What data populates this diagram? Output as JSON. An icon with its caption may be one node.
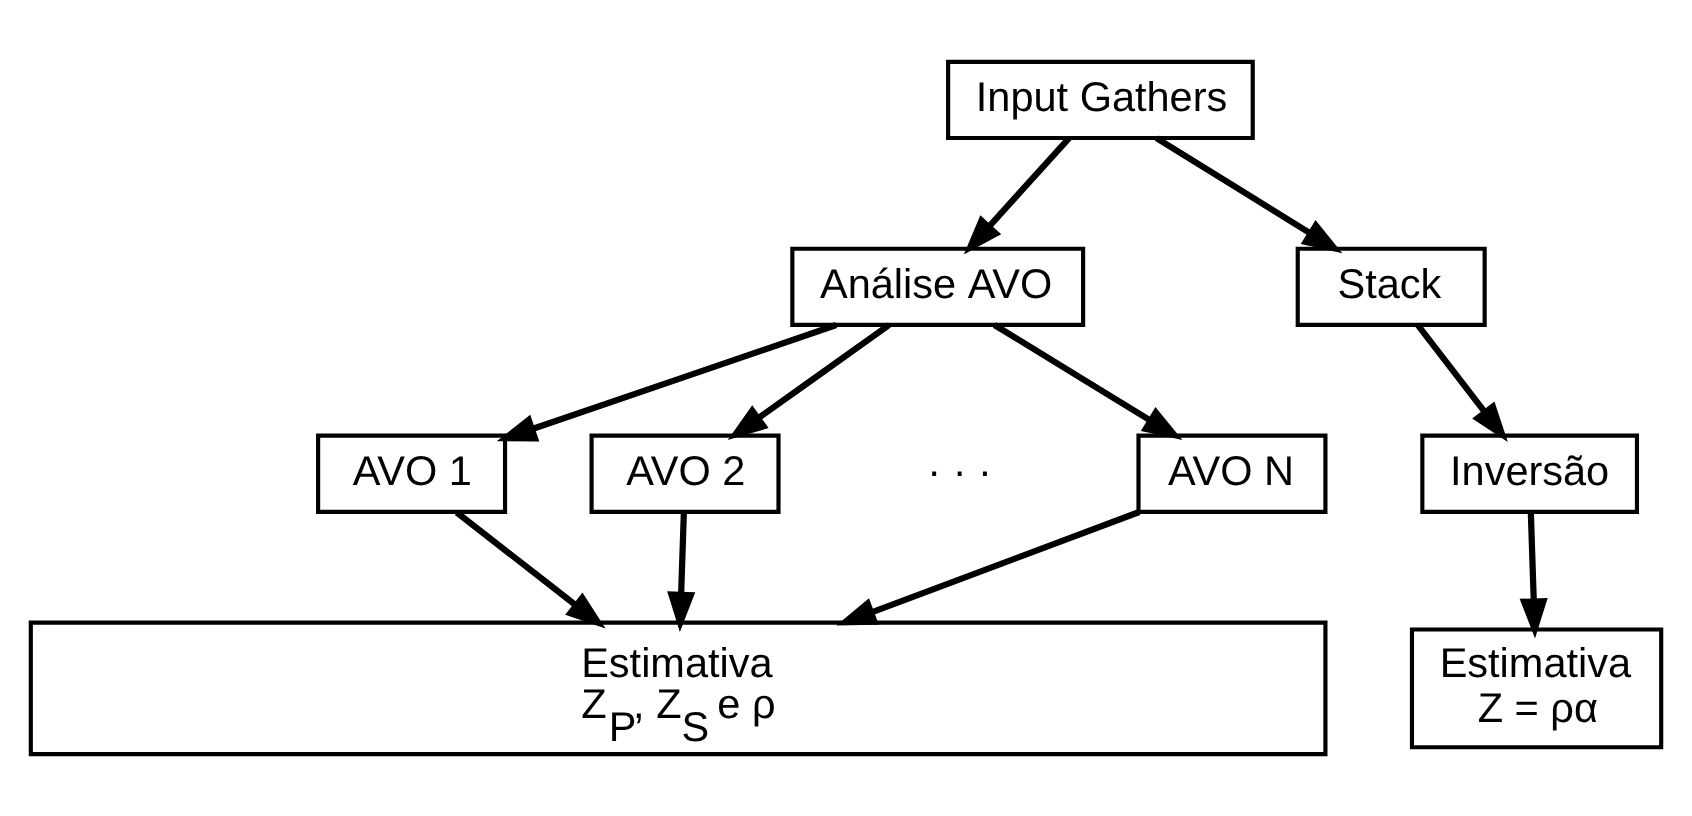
{
  "diagram": {
    "nodes": [
      {
        "text": [
          "Input Gathers"
        ]
      },
      {
        "text": [
          "Análise AVO"
        ]
      },
      {
        "text": [
          "Stack"
        ]
      },
      {
        "text": [
          "AVO 1"
        ]
      },
      {
        "text": [
          "AVO 2"
        ]
      },
      {
        "text": [
          "AVO N"
        ]
      },
      {
        "text": [
          "Estimativa",
          "Z$_{P}$, Z$_{S}$ e ρ"
        ]
      },
      {
        "text": [
          "Inversão"
        ]
      },
      {
        "text": [
          "Estimativa",
          "Z = ρα"
        ]
      }
    ],
    "edges": [
      {
        "from": 0,
        "to": 1,
        "arrow": "to"
      },
      {
        "from": 0,
        "to": 2,
        "arrow": "to"
      },
      {
        "from": 1,
        "to": 3,
        "arrow": "to"
      },
      {
        "from": 1,
        "to": 4,
        "arrow": "to"
      },
      {
        "from": 1,
        "to": 5,
        "arrow": "to"
      },
      {
        "from": 3,
        "to": 6,
        "arrow": "to"
      },
      {
        "from": 4,
        "to": 6,
        "arrow": "to"
      },
      {
        "from": 5,
        "to": 6,
        "arrow": "to"
      },
      {
        "from": 2,
        "to": 7,
        "arrow": "to"
      },
      {
        "from": 7,
        "to": 8,
        "arrow": "to"
      }
    ],
    "labels": [
      "· · ·"
    ]
  }
}
